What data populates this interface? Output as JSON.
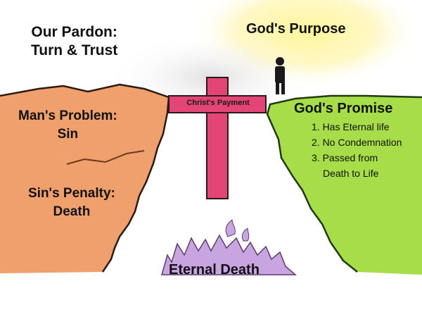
{
  "pardon": {
    "line1": "Our Pardon:",
    "line2": "Turn & Trust"
  },
  "purpose": "God's Purpose",
  "problem": {
    "line1": "Man's Problem:",
    "line2": "Sin"
  },
  "penalty": {
    "line1": "Sin's Penalty:",
    "line2": "Death"
  },
  "promise": {
    "title": "God's Promise",
    "items": [
      "1. Has Eternal life",
      "2. No Condemnation",
      "3. Passed from",
      "Death to Life"
    ]
  },
  "payment": "Christ's Payment",
  "eternal_death": "Eternal Death",
  "colors": {
    "left_cliff": "#f0a06c",
    "right_cliff": "#a6dd48",
    "cross": "#e34676",
    "fire": "#c8a4e0",
    "sun": "#fff07a"
  }
}
